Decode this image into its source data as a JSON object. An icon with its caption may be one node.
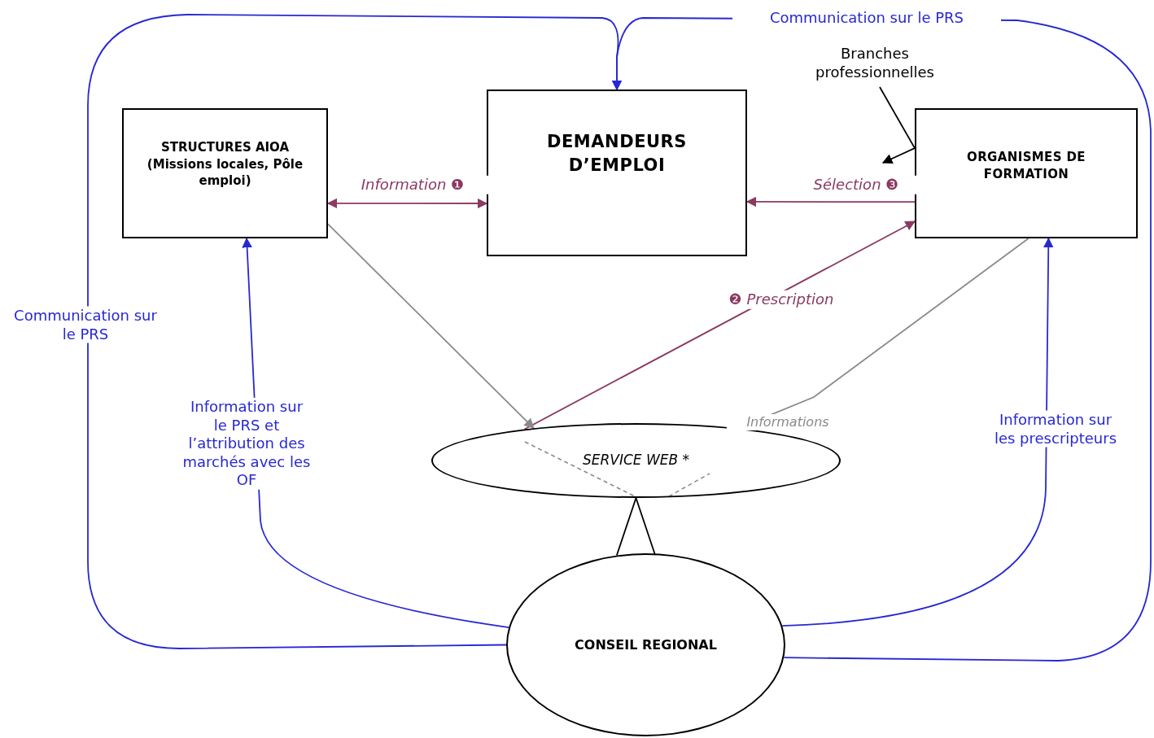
{
  "diagram": {
    "nodes": [
      {
        "text": [
          "STRUCTURES AIOA (Missions locales, Pôle emploi)"
        ]
      },
      {
        "text": [
          "DEMANDEURS D’EMPLOI"
        ]
      },
      {
        "text": [
          "ORGANISMES DE FORMATION"
        ]
      },
      {
        "text": [
          "Branches professionnelles"
        ]
      },
      {
        "text": [
          "SERVICE WEB *"
        ]
      },
      {
        "text": [
          "CONSEIL REGIONAL"
        ]
      }
    ],
    "edges": [
      {
        "from": 5,
        "to": 1,
        "arrow": "to",
        "label": "Communication sur le PRS"
      },
      {
        "from": 5,
        "to": 1,
        "arrow": "to",
        "label": "Communication sur le PRS"
      },
      {
        "from": 5,
        "to": 0,
        "arrow": "to",
        "label": "Information sur le PRS et l’attribution des marchés avec les OF"
      },
      {
        "from": 5,
        "to": 2,
        "arrow": "to",
        "label": "Information sur les prescripteurs"
      },
      {
        "from": 0,
        "to": 1,
        "arrow": "both",
        "label": "Information ❶",
        "color": "#8b3a62"
      },
      {
        "from": 2,
        "to": 1,
        "arrow": "to",
        "label": "Sélection ❸",
        "color": "#8b3a62"
      },
      {
        "from": 4,
        "to": 2,
        "arrow": "to",
        "label": "❷ Prescription",
        "color": "#8b3a62"
      },
      {
        "from": 0,
        "to": 4,
        "arrow": "to",
        "color": "#8a8a8a"
      },
      {
        "from": 2,
        "to": 4,
        "arrow": "to",
        "label": "Informations",
        "color": "#8a8a8a"
      },
      {
        "from": 5,
        "to": 4,
        "arrow": "none",
        "color": "#000000"
      },
      {
        "from": 3,
        "to": null,
        "arrow": "to",
        "color": "#000000"
      }
    ]
  }
}
